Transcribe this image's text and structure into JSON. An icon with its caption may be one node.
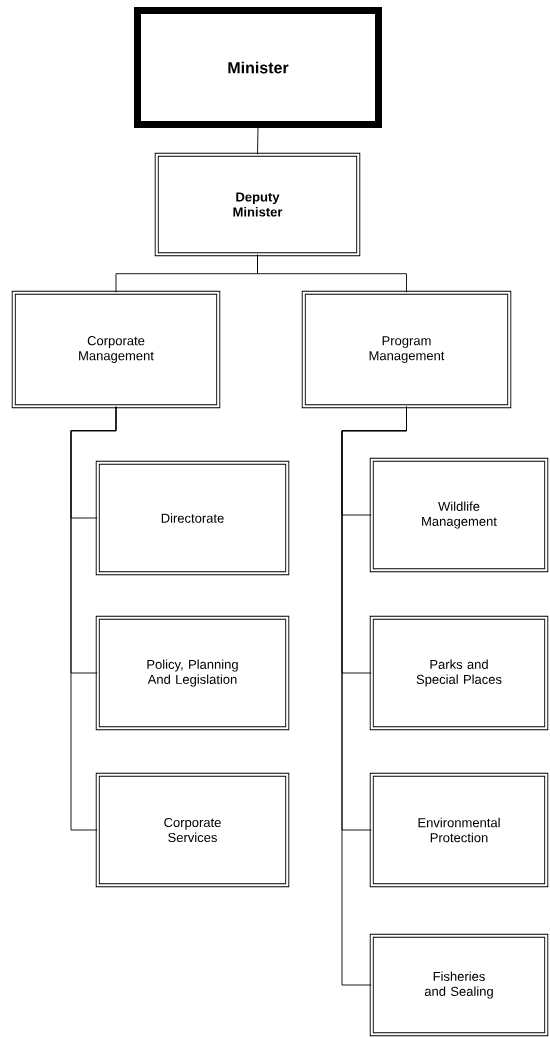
{
  "diagram": {
    "nodes": [
      {
        "text": [
          "Minister"
        ]
      },
      {
        "text": [
          "Deputy Minister"
        ]
      },
      {
        "text": [
          "Corporate Management"
        ]
      },
      {
        "text": [
          "Program Management"
        ]
      },
      {
        "text": [
          "Directorate"
        ]
      },
      {
        "text": [
          "Policy, Planning And Legislation"
        ]
      },
      {
        "text": [
          "Corporate Services"
        ]
      },
      {
        "text": [
          "Wildlife Management"
        ]
      },
      {
        "text": [
          "Parks and Special Places"
        ]
      },
      {
        "text": [
          "Environmental Protection"
        ]
      },
      {
        "text": [
          "Fisheries and Sealing"
        ]
      }
    ],
    "edges": [
      {
        "from": 0,
        "to": 1,
        "arrow": "none"
      },
      {
        "from": 1,
        "to": 2,
        "arrow": "none"
      },
      {
        "from": 1,
        "to": 3,
        "arrow": "none"
      },
      {
        "from": 2,
        "to": 4,
        "arrow": "none"
      },
      {
        "from": 2,
        "to": 5,
        "arrow": "none"
      },
      {
        "from": 2,
        "to": 6,
        "arrow": "none"
      },
      {
        "from": 3,
        "to": 7,
        "arrow": "none"
      },
      {
        "from": 3,
        "to": 8,
        "arrow": "none"
      },
      {
        "from": 3,
        "to": 9,
        "arrow": "none"
      },
      {
        "from": 3,
        "to": 10,
        "arrow": "none"
      }
    ]
  }
}
